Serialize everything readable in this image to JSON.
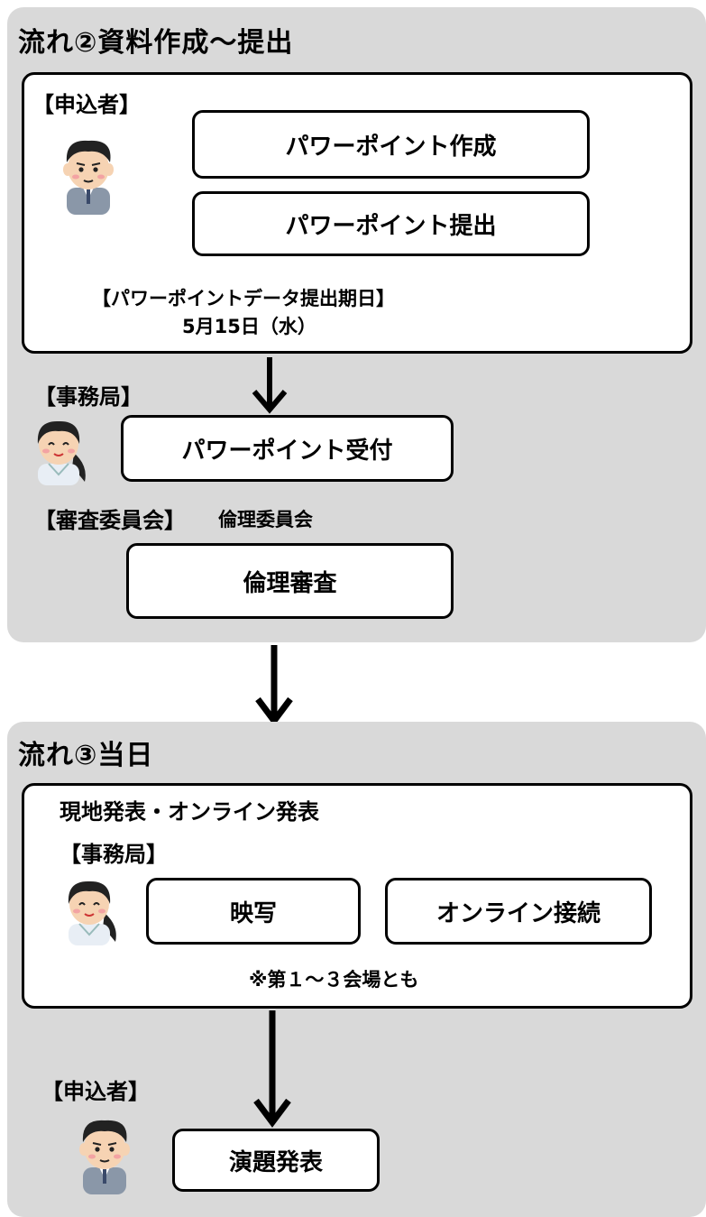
{
  "section2": {
    "title": "流れ②資料作成～提出",
    "applicant_label": "【申込者】",
    "ppt_create": "パワーポイント作成",
    "ppt_submit": "パワーポイント提出",
    "deadline_label": "【パワーポイントデータ提出期日】",
    "deadline_date": "5月15日（水）",
    "office_label": "【事務局】",
    "ppt_receive": "パワーポイント受付",
    "committee_label": "【審査委員会】",
    "committee_name": "倫理委員会",
    "ethics_review": "倫理審査"
  },
  "section3": {
    "title": "流れ③当日",
    "mode_label": "現地発表・オンライン発表",
    "office_label": "【事務局】",
    "projection": "映写",
    "online_connect": "オンライン接続",
    "note": "※第１～３会場とも",
    "applicant_label": "【申込者】",
    "presentation": "演題発表"
  },
  "colors": {
    "panel": "#d9d9d9",
    "box": "#ffffff",
    "border": "#000000"
  },
  "icons": [
    "man-avatar-icon",
    "woman-avatar-icon",
    "down-arrow-icon"
  ]
}
